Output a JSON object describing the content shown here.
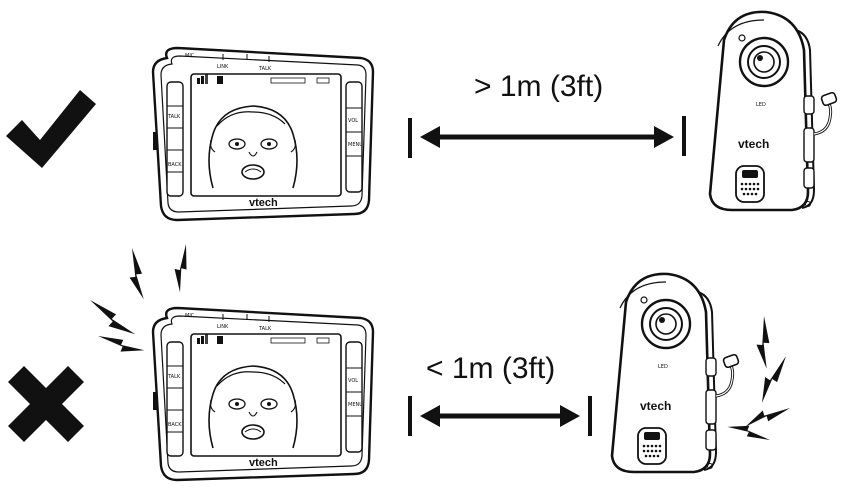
{
  "rows": [
    {
      "verdict": "correct",
      "verdict_icon": "check-mark-icon",
      "distance_label": "> 1m (3ft)",
      "interference": false
    },
    {
      "verdict": "incorrect",
      "verdict_icon": "cross-mark-icon",
      "distance_label": "< 1m (3ft)",
      "interference": true
    }
  ],
  "parent_unit": {
    "brand": "vtech",
    "top_labels": [
      "LINK",
      "TALK"
    ],
    "left_buttons": [
      "TALK",
      "BACK"
    ],
    "right_buttons": [
      "VOL",
      "MENU"
    ],
    "mic_label": "MIC"
  },
  "camera": {
    "brand": "vtech",
    "led_label": "LED"
  },
  "colors": {
    "ink": "#111111",
    "paper": "#ffffff"
  }
}
